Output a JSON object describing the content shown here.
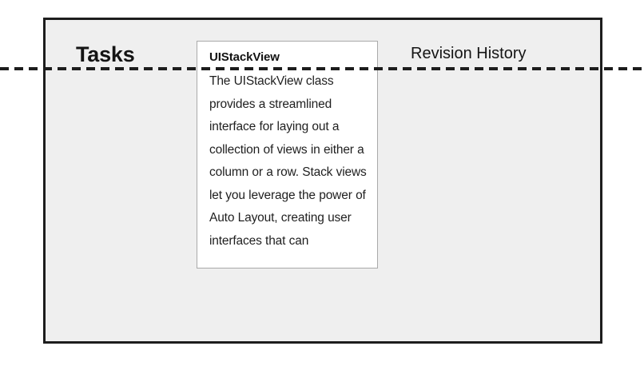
{
  "panel": {
    "background_color": "#efefef",
    "border_color": "#1d1d1d"
  },
  "guide_line": {
    "name": "horizontal-dashed-alignment-line",
    "color": "#1d1d1d",
    "style": "dashed"
  },
  "headings": {
    "tasks": "Tasks",
    "revision_history": "Revision History"
  },
  "doc_card": {
    "title": "UIStackView",
    "body": "The UIStackView class provides a streamlined interface for laying out a collection of views in either a column or a row. Stack views let you leverage the power of Auto Layout, creating user interfaces that can",
    "background_color": "#ffffff",
    "border_color": "#a9a9a9"
  }
}
